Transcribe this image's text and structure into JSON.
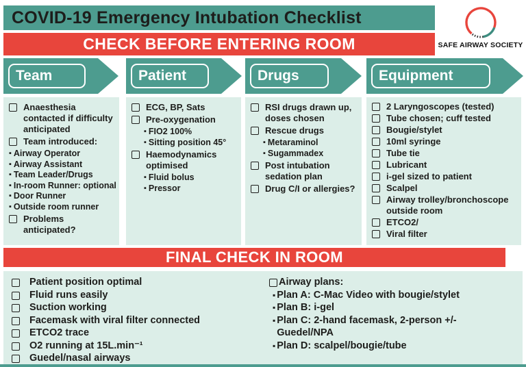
{
  "colors": {
    "teal": "#4d9c8f",
    "red": "#e8453c",
    "mint": "#dceee8",
    "ink": "#1d1d1b"
  },
  "header": {
    "title": "COVID-19 Emergency Intubation Checklist"
  },
  "logo": {
    "name": "SAFE AIRWAY SOCIETY"
  },
  "check_before": {
    "heading": "CHECK BEFORE ENTERING ROOM",
    "columns": [
      {
        "label": "Team",
        "items": [
          {
            "type": "check",
            "text": "Anaesthesia contacted if difficulty anticipated"
          },
          {
            "type": "check",
            "text": "Team introduced:"
          },
          {
            "type": "bullet",
            "text": "Airway Operator"
          },
          {
            "type": "bullet",
            "text": "Airway Assistant"
          },
          {
            "type": "bullet",
            "text": "Team Leader/Drugs"
          },
          {
            "type": "bullet",
            "text": "In-room Runner: optional"
          },
          {
            "type": "bullet",
            "text": "Door Runner"
          },
          {
            "type": "bullet",
            "text": "Outside room runner"
          },
          {
            "type": "check",
            "text": "Problems anticipated?"
          }
        ]
      },
      {
        "label": "Patient",
        "items": [
          {
            "type": "check",
            "text": "ECG, BP, Sats"
          },
          {
            "type": "check",
            "text": "Pre-oxygenation"
          },
          {
            "type": "bullet",
            "text": "FIO2 100%"
          },
          {
            "type": "bullet",
            "text": "Sitting position 45°"
          },
          {
            "type": "check",
            "text": "Haemodynamics optimised"
          },
          {
            "type": "bullet",
            "text": "Fluid bolus"
          },
          {
            "type": "bullet",
            "text": "Pressor"
          }
        ]
      },
      {
        "label": "Drugs",
        "items": [
          {
            "type": "check",
            "text": "RSI drugs drawn up, doses chosen"
          },
          {
            "type": "check",
            "text": "Rescue drugs"
          },
          {
            "type": "bullet",
            "text": "Metaraminol"
          },
          {
            "type": "bullet",
            "text": "Sugammadex"
          },
          {
            "type": "check",
            "text": "Post intubation sedation plan"
          },
          {
            "type": "check",
            "text": "Drug C/I or allergies?"
          }
        ]
      },
      {
        "label": "Equipment",
        "items": [
          {
            "type": "check",
            "text": "2 Laryngoscopes (tested)"
          },
          {
            "type": "check",
            "text": "Tube chosen; cuff tested"
          },
          {
            "type": "check",
            "text": "Bougie/stylet"
          },
          {
            "type": "check",
            "text": "10ml syringe"
          },
          {
            "type": "check",
            "text": "Tube tie"
          },
          {
            "type": "check",
            "text": "Lubricant"
          },
          {
            "type": "check",
            "text": "i-gel sized to patient"
          },
          {
            "type": "check",
            "text": "Scalpel"
          },
          {
            "type": "check",
            "text": "Airway trolley/bronchoscope outside room"
          },
          {
            "type": "check",
            "text": "ETCO2/"
          },
          {
            "type": "check",
            "text": "Viral filter"
          }
        ]
      }
    ]
  },
  "final_check": {
    "heading": "FINAL CHECK IN ROOM",
    "left_items": [
      {
        "type": "check",
        "text": "Patient position optimal"
      },
      {
        "type": "check",
        "text": "Fluid runs easily"
      },
      {
        "type": "check",
        "text": "Suction working"
      },
      {
        "type": "check",
        "text": "Facemask with viral filter connected"
      },
      {
        "type": "check",
        "text": "ETCO2 trace"
      },
      {
        "type": "check",
        "text": "O2 running at 15L.min⁻¹"
      },
      {
        "type": "check",
        "text": "Guedel/nasal airways"
      }
    ],
    "right_items": [
      {
        "type": "check",
        "text": "Airway plans:"
      },
      {
        "type": "bullet",
        "text": "Plan A: C-Mac Video with bougie/stylet"
      },
      {
        "type": "bullet",
        "text": "Plan B: i-gel"
      },
      {
        "type": "bullet",
        "text": "Plan C: 2-hand facemask, 2-person +/- Guedel/NPA"
      },
      {
        "type": "bullet",
        "text": "Plan D: scalpel/bougie/tube"
      }
    ]
  }
}
